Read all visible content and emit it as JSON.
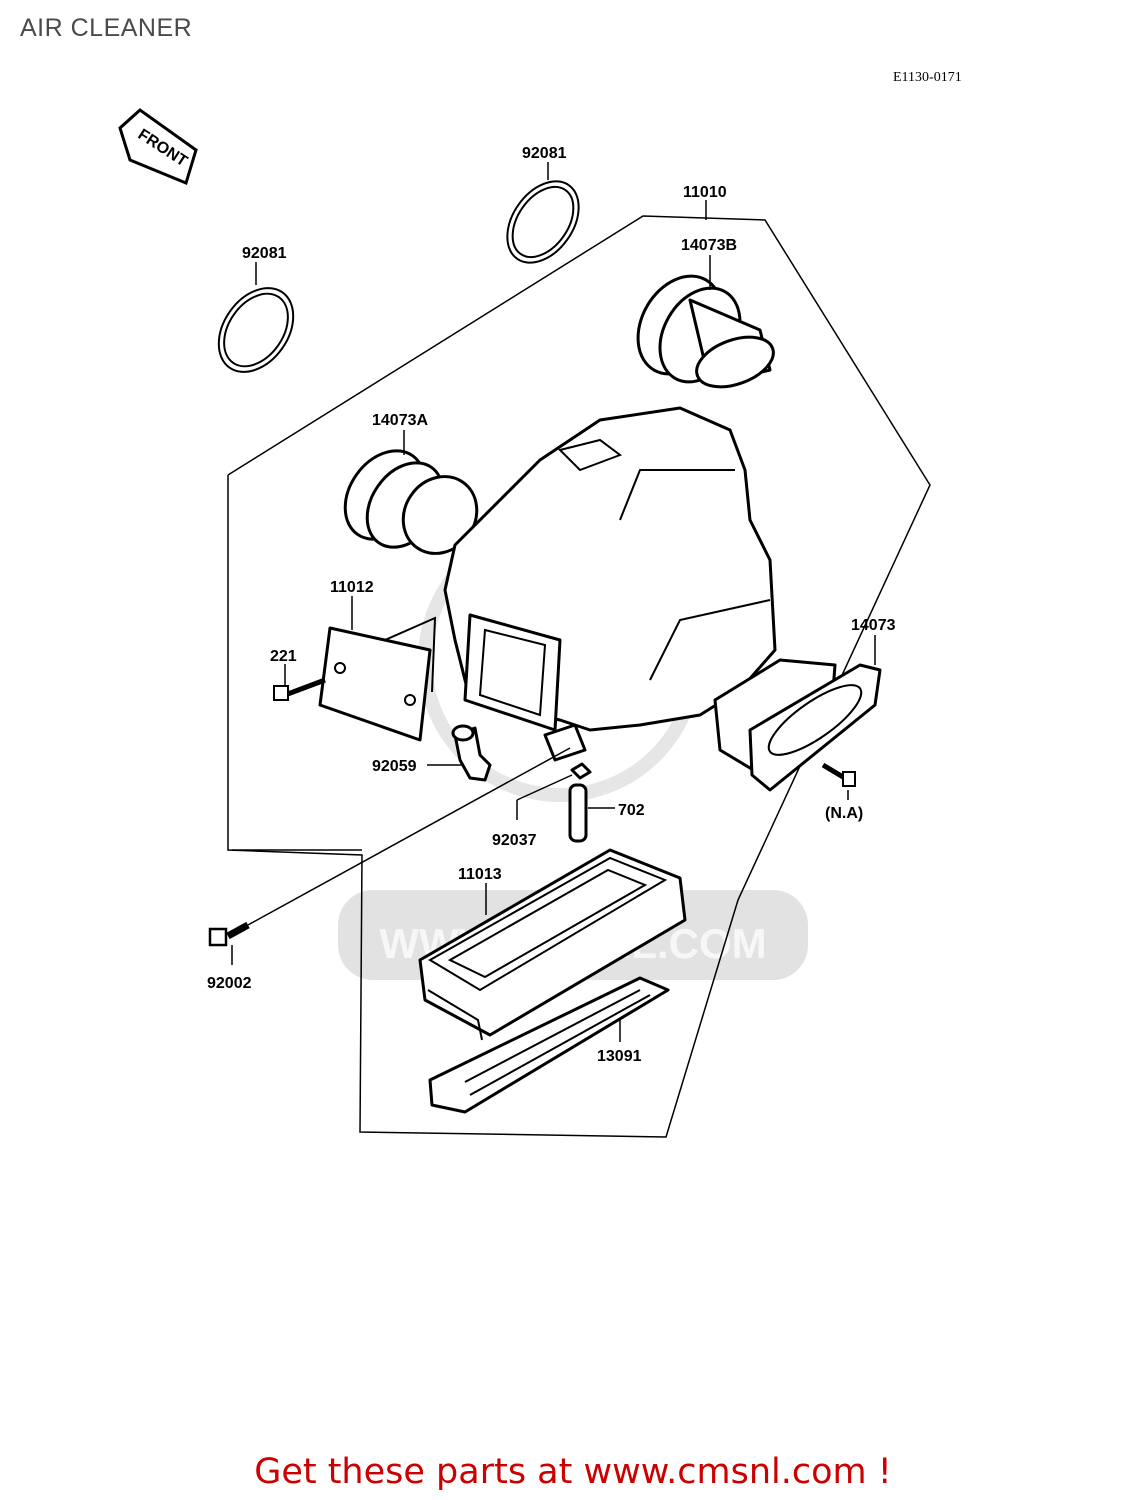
{
  "page_title": "AIR CLEANER",
  "diagram_code": "E1130-0171",
  "front_label": "FRONT",
  "watermark": "WWW.CMSNL.COM",
  "callouts": {
    "p92081a": "92081",
    "p92081b": "92081",
    "p11010": "11010",
    "p14073b": "14073B",
    "p14073a": "14073A",
    "p11012": "11012",
    "p221": "221",
    "p14073": "14073",
    "p92059": "92059",
    "p702": "702",
    "p92037": "92037",
    "na": "(N.A)",
    "p11013": "11013",
    "p92002": "92002",
    "p13091": "13091"
  },
  "footer_text": "Get these parts at www.cmsnl.com !",
  "colors": {
    "footer": "#cc0000",
    "title": "#4a4a4a",
    "watermark": "#e2e2e2"
  }
}
